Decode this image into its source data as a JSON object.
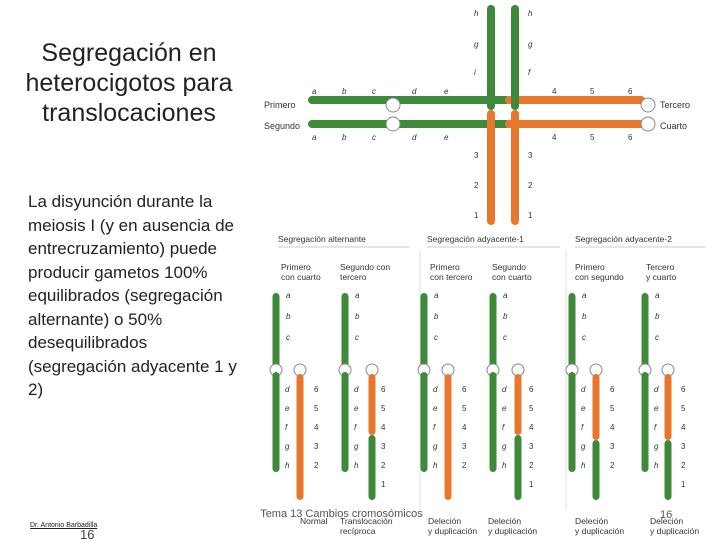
{
  "slide": {
    "title": "Segregación en heterocigotos para translocaciones",
    "body": "La disyunción durante la meiosis I (y en ausencia de entrecruzamiento) puede producir gametos 100% equilibrados (segregación alternante) o 50% desequilibrados (segregación adyacente 1 y 2)",
    "author": "Dr. Antonio Barbadilla",
    "page_left": "16",
    "footer": "Tema 13 Cambios cromosómicos",
    "page_right": "16"
  },
  "figure": {
    "colors": {
      "green": "#3f8a3a",
      "orange": "#e8772e"
    },
    "cross": {
      "left_labels": [
        "Primero",
        "Segundo"
      ],
      "right_labels": [
        "Tercero",
        "Cuarto"
      ],
      "top_letters": [
        "h",
        "g",
        "f",
        "e",
        "d",
        "c",
        "b",
        "a"
      ],
      "top_letters_col1": [
        "h",
        "g",
        "i"
      ],
      "top_letters_col2": [
        "h",
        "g",
        "f"
      ],
      "row_left_letters": [
        "a",
        "b",
        "c",
        "d",
        "e"
      ],
      "row_right_numbers": [
        "4",
        "5",
        "6"
      ],
      "bottom_numbers_col": [
        "3",
        "2",
        "1"
      ]
    },
    "sections": [
      {
        "title": "Segregación alternante",
        "col1": "Primero con cuarto",
        "col2": "Segundo con tercero",
        "result1": "Normal",
        "result2": "Translocación recíproca"
      },
      {
        "title": "Segregación adyacente-1",
        "col1": "Primero con tercero",
        "col2": "Segundo con cuarto",
        "result1": "Deleción y duplicación",
        "result2": "Deleción y duplicación"
      },
      {
        "title": "Segregación adyacente-2",
        "col1": "Primero con segundo",
        "col2": "Tercero y cuarto",
        "result1": "Deleción y duplicación",
        "result2": "Deleción y duplicación"
      }
    ],
    "bar_letters_left": [
      "a",
      "b",
      "c",
      "d",
      "e",
      "f",
      "g",
      "h"
    ],
    "bar_numbers_right": [
      "6",
      "5",
      "4",
      "3",
      "2",
      "1"
    ]
  }
}
